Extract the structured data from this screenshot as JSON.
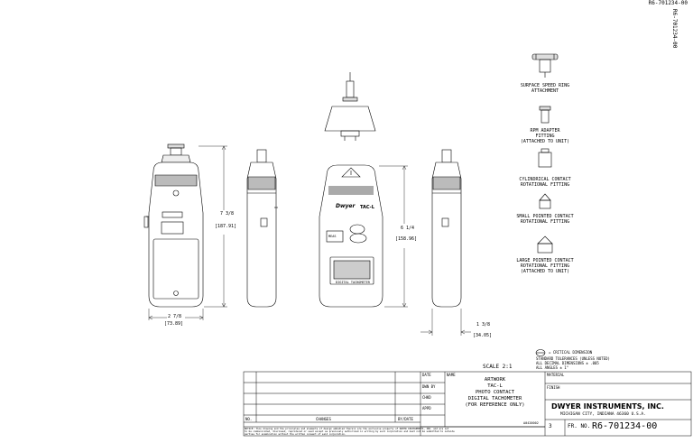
{
  "header": {
    "drawing_number_top": "R6-701234-00",
    "drawing_number_side": "R6-701234-00"
  },
  "front_view": {
    "height_in": "7 3/8",
    "height_mm": "[187.91]",
    "width_in": "2 7/8",
    "width_mm": "[73.89]"
  },
  "back_view": {
    "brand": "Dwyer",
    "model": "TAC-L",
    "button_label": "MEAS",
    "screen_label": "DIGITAL TACHOMETER",
    "height_in": "6 1/4",
    "height_mm": "[158.96]"
  },
  "side_view": {
    "depth_in": "1 3/8",
    "depth_mm": "[34.05]"
  },
  "fittings": [
    {
      "label": "SURFACE SPEED RING\nATTACHMENT"
    },
    {
      "label": "RPM ADAPTER\nFITTING\n(ATTACHED TO UNIT)"
    },
    {
      "label": "CYLINDRICAL CONTACT\nROTATIONAL FITTING"
    },
    {
      "label": "SMALL POINTED CONTACT\nROTATIONAL FITTING"
    },
    {
      "label": "LARGE POINTED CONTACT\nROTATIONAL FITTING\n(ATTACHED TO UNIT)"
    }
  ],
  "notes": {
    "critical": "= CRITICAL DIMENSION",
    "tolerances": "STANDARD TOLERANCES (UNLESS NOTED)\nALL DECIMAL DIMENSIONS ± .005\nALL ANGLES ± 1°"
  },
  "title_block": {
    "scale": "SCALE 2:1",
    "date_label": "DATE",
    "name_label": "NAME",
    "material_label": "MATERIAL",
    "drawn_by_label": "DWN BY",
    "chkd_label": "CHKD",
    "appd_label": "APPD",
    "finish_label": "FINISH",
    "title_lines": [
      "ARTWORK",
      "TAC-L",
      "PHOTO CONTACT",
      "DIGITAL TACHOMETER",
      "(FOR REFERENCE ONLY)"
    ],
    "part_code": "A0420002",
    "company": "DWYER INSTRUMENTS, INC.",
    "company_address": "MICHIGAN CITY, INDIANA 46360  U.S.A.",
    "no_label": "NO.",
    "changes_label": "CHANGES",
    "by_date_label": "BY/DATE",
    "sheet": "3",
    "fr_no_label": "FR. NO.",
    "fr_no": "R6-701234-00",
    "notice": "NOTICE: This drawing and the principles and elements of design embodied therein are the exclusive property of DWYER INSTRUMENTS, INC. and are not\nto be communicated, disclosed, reproduced or used except as previously authorized in writing by such corporation and must not be submitted to outside\nparties for examination without the written consent of said corporation."
  }
}
